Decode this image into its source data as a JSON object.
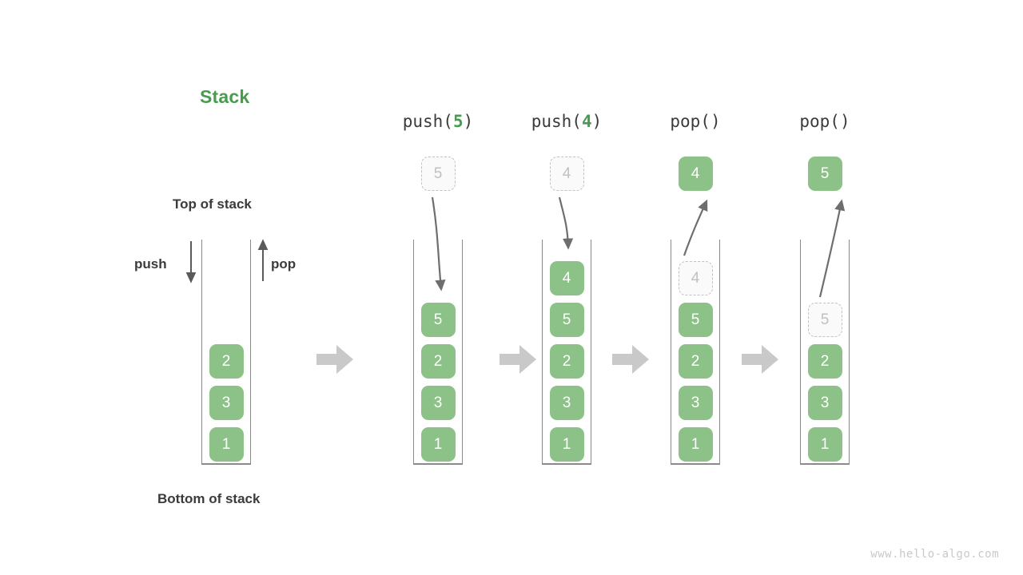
{
  "title": "Stack",
  "labels": {
    "top_of_stack": "Top of stack",
    "bottom_of_stack": "Bottom of stack",
    "push": "push",
    "pop": "pop"
  },
  "watermark": "www.hello-algo.com",
  "colors": {
    "accent_green": "#479c4f",
    "cell_green": "#8cc288",
    "ghost_border": "#c2c2c2",
    "ghost_text": "#c0c0c0",
    "wall_gray": "#8a8a8a",
    "arrow_gray": "#6e6e6e",
    "step_arrow_gray": "#c9c9c9",
    "text_dark": "#3b3b3b",
    "watermark_gray": "#c9c9c9"
  },
  "columns": [
    {
      "id": "initial",
      "header": "",
      "header_prefix": "",
      "header_arg": "",
      "header_suffix": "",
      "stack": [
        "2",
        "3",
        "1"
      ],
      "floating": null,
      "ghost_in_stack": null
    },
    {
      "id": "push-5",
      "header": "push(5)",
      "header_prefix": "push(",
      "header_arg": "5",
      "header_suffix": ")",
      "stack": [
        "5",
        "2",
        "3",
        "1"
      ],
      "floating": {
        "value": "5",
        "style": "ghost"
      },
      "ghost_in_stack": null
    },
    {
      "id": "push-4",
      "header": "push(4)",
      "header_prefix": "push(",
      "header_arg": "4",
      "header_suffix": ")",
      "stack": [
        "4",
        "5",
        "2",
        "3",
        "1"
      ],
      "floating": {
        "value": "4",
        "style": "ghost"
      },
      "ghost_in_stack": null
    },
    {
      "id": "pop-4",
      "header": "pop()",
      "header_prefix": "pop(",
      "header_arg": "",
      "header_suffix": ")",
      "stack": [
        "5",
        "2",
        "3",
        "1"
      ],
      "floating": {
        "value": "4",
        "style": "solid"
      },
      "ghost_in_stack": {
        "value": "4"
      }
    },
    {
      "id": "pop-5",
      "header": "pop()",
      "header_prefix": "pop(",
      "header_arg": "",
      "header_suffix": ")",
      "stack": [
        "2",
        "3",
        "1"
      ],
      "floating": {
        "value": "5",
        "style": "solid"
      },
      "ghost_in_stack": {
        "value": "5"
      }
    }
  ],
  "step_arrows": [
    {
      "name": "step-arrow-1"
    },
    {
      "name": "step-arrow-2"
    },
    {
      "name": "step-arrow-3"
    },
    {
      "name": "step-arrow-4"
    }
  ]
}
